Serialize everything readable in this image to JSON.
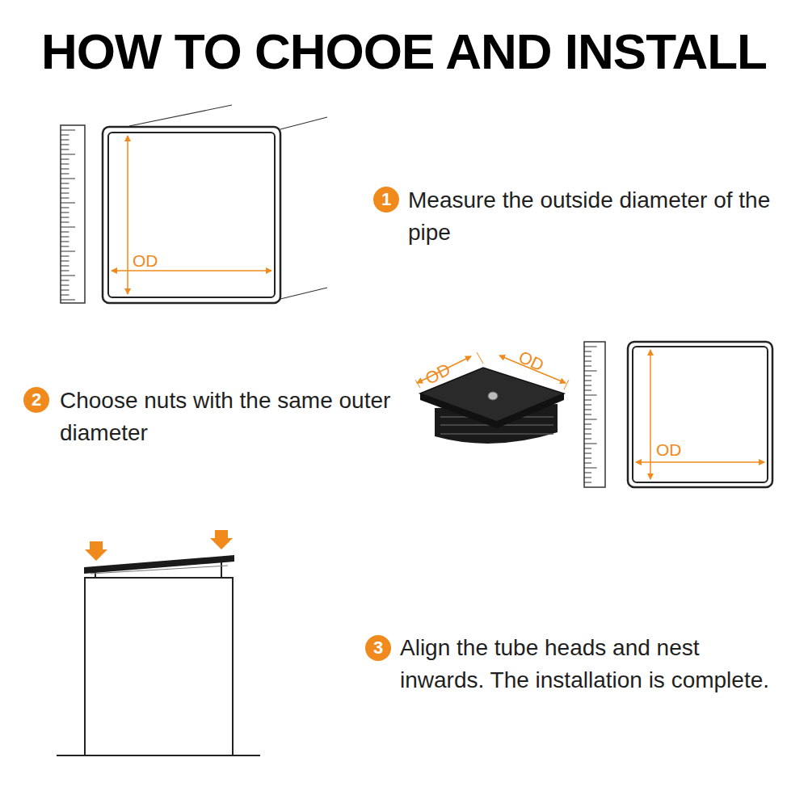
{
  "diagram": {
    "title": "HOW TO CHOOE AND INSTALL",
    "labels": [
      "OD",
      "1",
      "Measure the outside diameter of the pipe",
      "OD",
      "OD",
      "OD",
      "2",
      "Choose nuts with the same outer diameter",
      "3",
      "Align the tube heads and nest inwards. The installation is complete."
    ]
  }
}
